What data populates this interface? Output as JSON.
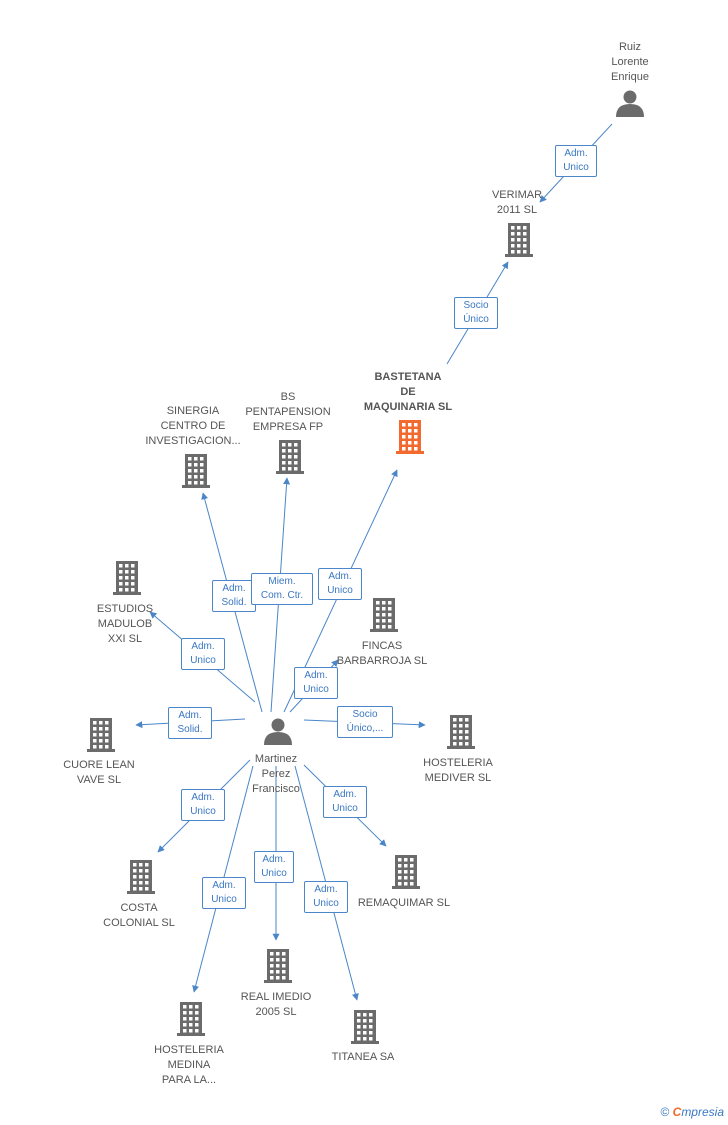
{
  "colors": {
    "edge": "#4a86c8",
    "node_icon": "#6b6b6b",
    "focal_icon": "#f26a2e",
    "label_text": "#555555"
  },
  "nodes": [
    {
      "id": "ruiz",
      "type": "person",
      "label": "Ruiz\nLorente\nEnrique"
    },
    {
      "id": "verimar",
      "type": "company",
      "label": "VERIMAR\n2011 SL"
    },
    {
      "id": "bastetana",
      "type": "company",
      "focal": true,
      "label": "BASTETANA\nDE\nMAQUINARIA SL"
    },
    {
      "id": "sinergia",
      "type": "company",
      "label": "SINERGIA\nCENTRO DE\nINVESTIGACION..."
    },
    {
      "id": "bs",
      "type": "company",
      "label": "BS\nPENTAPENSION\nEMPRESA FP"
    },
    {
      "id": "estudios",
      "type": "company",
      "label": "ESTUDIOS\nMADULOB\nXXI SL"
    },
    {
      "id": "fincas",
      "type": "company",
      "label": "FINCAS\nBARBARROJA SL"
    },
    {
      "id": "cuore",
      "type": "company",
      "label": "CUORE LEAN\nVAVE  SL"
    },
    {
      "id": "martinez",
      "type": "person",
      "label": "Martinez\nPerez\nFrancisco"
    },
    {
      "id": "hosteleria_mediver",
      "type": "company",
      "label": "HOSTELERIA\nMEDIVER SL"
    },
    {
      "id": "costa",
      "type": "company",
      "label": "COSTA\nCOLONIAL  SL"
    },
    {
      "id": "remaquimar",
      "type": "company",
      "label": "REMAQUIMAR SL"
    },
    {
      "id": "real",
      "type": "company",
      "label": "REAL IMEDIO\n2005 SL"
    },
    {
      "id": "hosteleria_medina",
      "type": "company",
      "label": "HOSTELERIA\nMEDINA\nPARA LA..."
    },
    {
      "id": "titanea",
      "type": "company",
      "label": "TITANEA SA"
    }
  ],
  "edges": [
    {
      "from": "ruiz",
      "to": "verimar",
      "label": "Adm.\nUnico"
    },
    {
      "from": "verimar",
      "to": "bastetana",
      "label": "Socio\nÚnico"
    },
    {
      "from": "martinez",
      "to": "sinergia",
      "label": "Adm.\nSolid."
    },
    {
      "from": "martinez",
      "to": "bs",
      "label": "Miem.\nCom. Ctr."
    },
    {
      "from": "martinez",
      "to": "bastetana",
      "label": "Adm.\nUnico"
    },
    {
      "from": "martinez",
      "to": "estudios",
      "label": "Adm.\nUnico"
    },
    {
      "from": "martinez",
      "to": "fincas",
      "label": "Adm.\nUnico"
    },
    {
      "from": "martinez",
      "to": "cuore",
      "label": "Adm.\nSolid."
    },
    {
      "from": "martinez",
      "to": "hosteleria_mediver",
      "label": "Socio\nÚnico,..."
    },
    {
      "from": "martinez",
      "to": "costa",
      "label": "Adm.\nUnico"
    },
    {
      "from": "martinez",
      "to": "remaquimar",
      "label": "Adm.\nUnico"
    },
    {
      "from": "martinez",
      "to": "real",
      "label": "Adm.\nUnico"
    },
    {
      "from": "martinez",
      "to": "hosteleria_medina",
      "label": "Adm.\nUnico"
    },
    {
      "from": "martinez",
      "to": "titanea",
      "label": "Adm.\nUnico"
    }
  ],
  "footer": {
    "copyright": "©",
    "brand_first": "C",
    "brand_rest": "mpresia"
  }
}
